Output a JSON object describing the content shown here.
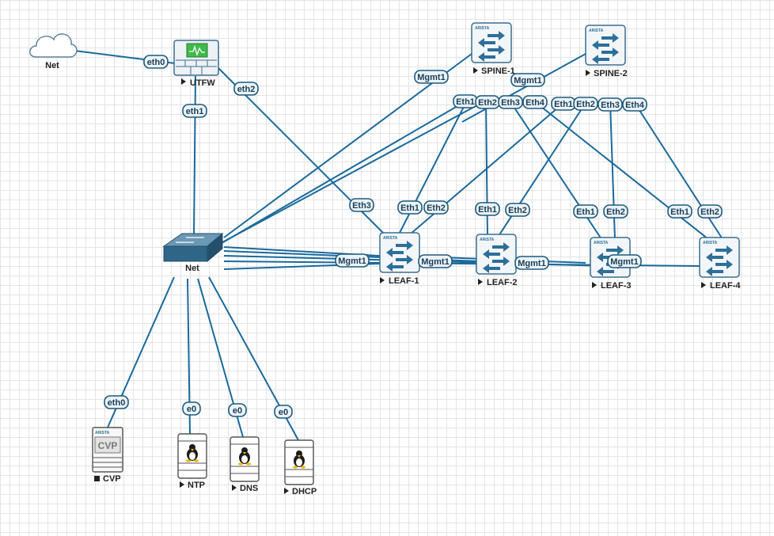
{
  "nodes": {
    "net_cloud": {
      "label": "Net"
    },
    "utfw": {
      "label": "UTFW"
    },
    "spine1": {
      "label": "SPINE-1",
      "brand": "ARISTA"
    },
    "spine2": {
      "label": "SPINE-2",
      "brand": "ARISTA"
    },
    "net_switch": {
      "label": "Net"
    },
    "leaf1": {
      "label": "LEAF-1",
      "brand": "ARISTA"
    },
    "leaf2": {
      "label": "LEAF-2",
      "brand": "ARISTA"
    },
    "leaf3": {
      "label": "LEAF-3",
      "brand": "ARISTA"
    },
    "leaf4": {
      "label": "LEAF-4",
      "brand": "ARISTA"
    },
    "cvp": {
      "label": "CVP",
      "brand": "ARISTA",
      "badge": "CVP"
    },
    "ntp": {
      "label": "NTP"
    },
    "dns": {
      "label": "DNS"
    },
    "dhcp": {
      "label": "DHCP"
    }
  },
  "ports": {
    "utfw_eth0": "eth0",
    "utfw_eth1": "eth1",
    "utfw_eth2": "eth2",
    "spine1_mgmt": "Mgmt1",
    "spine2_mgmt": "Mgmt1",
    "spine1_eth1": "Eth1",
    "spine1_eth2": "Eth2",
    "spine1_eth3": "Eth3",
    "spine1_eth4": "Eth4",
    "spine2_eth1": "Eth1",
    "spine2_eth2": "Eth2",
    "spine2_eth3": "Eth3",
    "spine2_eth4": "Eth4",
    "leaf1_eth3": "Eth3",
    "leaf1_eth1": "Eth1",
    "leaf1_eth2": "Eth2",
    "leaf2_eth1": "Eth1",
    "leaf2_eth2": "Eth2",
    "leaf3_eth1": "Eth1",
    "leaf3_eth2": "Eth2",
    "leaf4_eth1": "Eth1",
    "leaf4_eth2": "Eth2",
    "leaf1_mgmt": "Mgmt1",
    "leaf2_mgmt": "Mgmt1",
    "leaf3_mgmt": "Mgmt1",
    "leaf4_mgmt": "Mgmt1",
    "cvp_eth0": "eth0",
    "ntp_e0": "e0",
    "dns_e0": "e0",
    "dhcp_e0": "e0"
  },
  "colors": {
    "link": "#1a6a9c",
    "accent": "#2d6f99",
    "firewall": "#3dbb4a"
  }
}
